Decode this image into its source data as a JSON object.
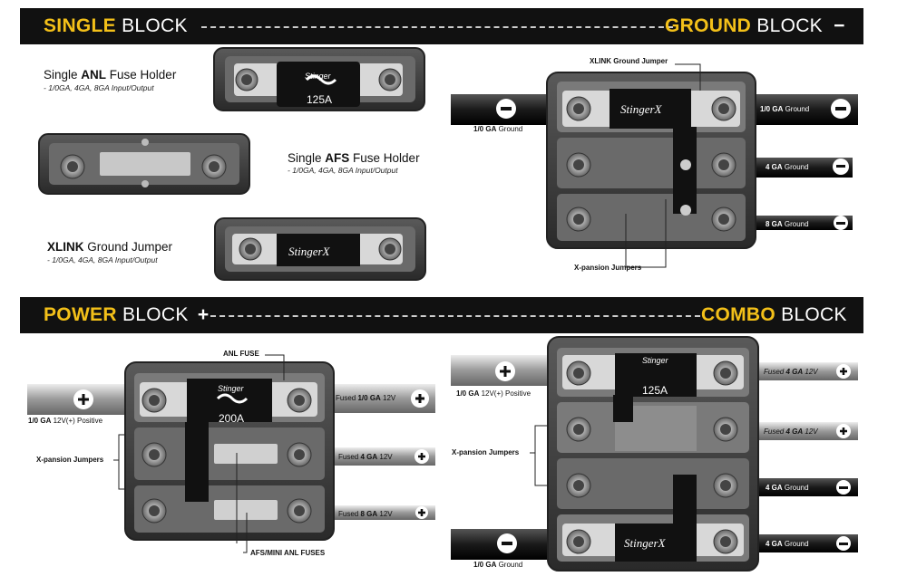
{
  "bars": {
    "top_left": {
      "bold": "SINGLE",
      "rest": "BLOCK"
    },
    "top_right": {
      "bold": "GROUND",
      "rest": "BLOCK",
      "symbol": "−"
    },
    "bottom_left": {
      "bold": "POWER",
      "rest": "BLOCK",
      "symbol": "+"
    },
    "bottom_right": {
      "bold": "COMBO",
      "rest": "BLOCK"
    }
  },
  "single": {
    "anl": {
      "pre": "Single ",
      "bold": "ANL",
      "post": " Fuse Holder",
      "sub": "- 1/0GA, 4GA, 8GA Input/Output",
      "fuse_label": "125A",
      "logo": "Stinger"
    },
    "afs": {
      "pre": "Single ",
      "bold": "AFS",
      "post": " Fuse Holder",
      "sub": "- 1/0GA, 4GA, 8GA Input/Output"
    },
    "xlink": {
      "bold": "XLINK",
      "post": " Ground Jumper",
      "sub": "- 1/0GA, 4GA, 8GA Input/Output",
      "logo": "StingerX"
    }
  },
  "ground": {
    "xlink_label": "XLINK Ground Jumper",
    "xpansion_label": "X-pansion Jumpers",
    "left_wire": {
      "bold": "1/0 GA",
      "rest": " Ground"
    },
    "right_wires": [
      {
        "bold": "1/0 GA",
        "rest": " Ground"
      },
      {
        "bold": "4 GA",
        "rest": " Ground"
      },
      {
        "bold": "8 GA",
        "rest": " Ground"
      }
    ],
    "logo": "StingerX"
  },
  "power": {
    "anl_label": "ANL FUSE",
    "xpansion_label": "X-pansion Jumpers",
    "afs_label": "AFS/MINI ANL FUSES",
    "left_wire": {
      "bold": "1/0 GA",
      "rest": " 12V(+) Positive"
    },
    "right_wires": [
      {
        "pre": "Fused ",
        "bold": "1/0 GA",
        "rest": " 12V"
      },
      {
        "pre": "Fused ",
        "bold": "4 GA",
        "rest": " 12V"
      },
      {
        "pre": "Fused ",
        "bold": "8 GA",
        "rest": " 12V"
      }
    ],
    "fuse_label": "200A",
    "logo": "Stinger"
  },
  "combo": {
    "xpansion_label": "X-pansion Jumpers",
    "left_top": {
      "bold": "1/0 GA",
      "rest": " 12V(+) Positive"
    },
    "left_bottom": {
      "bold": "1/0 GA",
      "rest": " Ground"
    },
    "right_wires": [
      {
        "pre": "Fused ",
        "bold": "4 GA",
        "rest": " 12V"
      },
      {
        "pre": "Fused ",
        "bold": "4 GA",
        "rest": " 12V"
      },
      {
        "pre": "",
        "bold": "4 GA",
        "rest": " Ground"
      },
      {
        "pre": "",
        "bold": "4 GA",
        "rest": " Ground"
      }
    ],
    "fuse_label": "125A",
    "logo": "Stinger",
    "logo2": "StingerX"
  },
  "colors": {
    "accent": "#f3c019",
    "bar": "#111111",
    "block": "#3a3a3a",
    "wire": "#1a1a1a"
  }
}
